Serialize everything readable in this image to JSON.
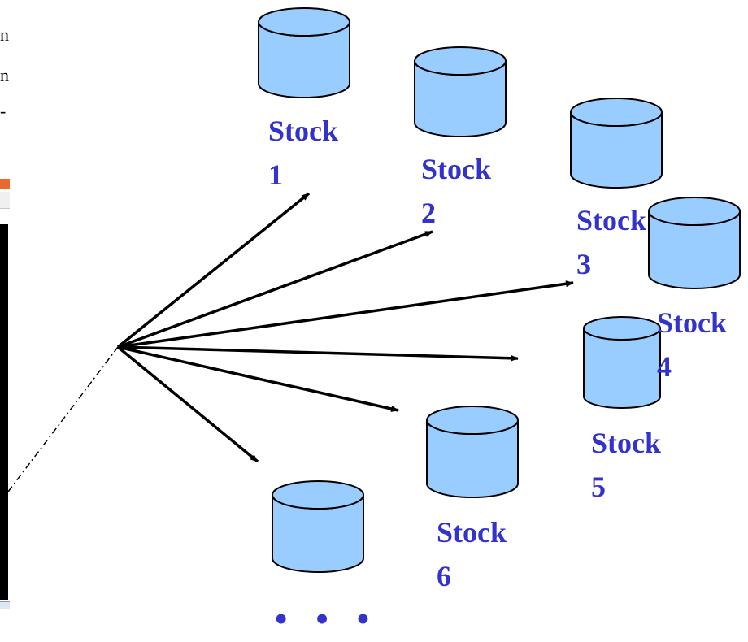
{
  "left_text": {
    "line1": "n",
    "line2": "n",
    "line3": "-"
  },
  "databases": [
    {
      "label1": "Stock",
      "label2": "1"
    },
    {
      "label1": "Stock",
      "label2": "2"
    },
    {
      "label1": "Stock",
      "label2": "3"
    },
    {
      "label1": "Stock",
      "label2": "4"
    },
    {
      "label1": "Stock",
      "label2": "5"
    },
    {
      "label1": "Stock",
      "label2": "6"
    },
    {
      "label1": "",
      "label2": ""
    }
  ],
  "ellipsis": "• • •",
  "colors": {
    "cylinder_fill": "#99ccff",
    "cylinder_stroke": "#000000",
    "label": "#3333cc",
    "arrow": "#000000"
  },
  "icons": {
    "database": "database-cylinder-icon",
    "arrow": "arrow-icon"
  }
}
